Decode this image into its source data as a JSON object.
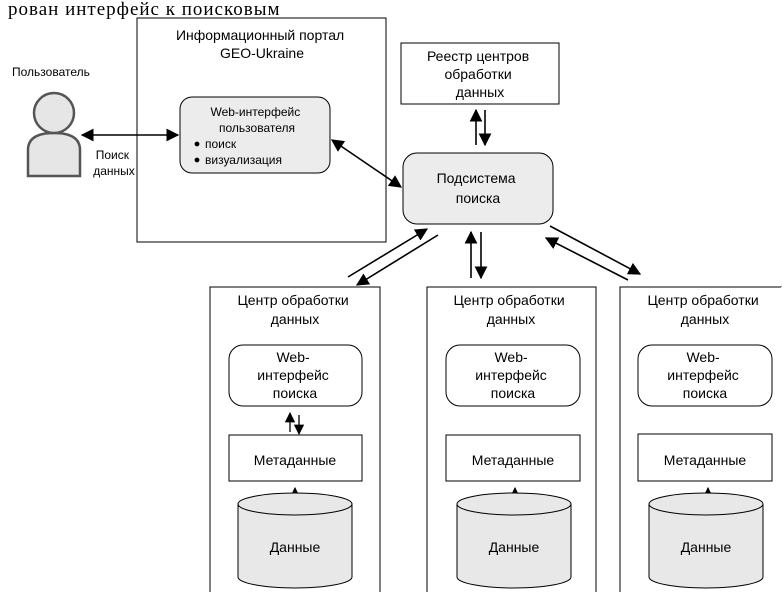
{
  "top_text": "рован  интерфейс  к  поисковым",
  "user": {
    "label": "Пользователь",
    "search_label": [
      "Поиск",
      "данных"
    ]
  },
  "portal": {
    "title": [
      "Информационный портал",
      "GEO-Ukraine"
    ],
    "web_ui": {
      "title": [
        "Web-интерфейс",
        "пользователя"
      ],
      "items": [
        "поиск",
        "визуализация"
      ]
    }
  },
  "registry": {
    "title": [
      "Реестр центров",
      "обработки",
      "данных"
    ]
  },
  "search_subsystem": {
    "title": [
      "Подсистема",
      "поиска"
    ]
  },
  "centers": [
    {
      "title": [
        "Центр обработки",
        "данных"
      ],
      "web": [
        "Web-",
        "интерфейс",
        "поиска"
      ],
      "metadata": "Метаданные",
      "data": "Данные"
    },
    {
      "title": [
        "Центр обработки",
        "данных"
      ],
      "web": [
        "Web-",
        "интерфейс",
        "поиска"
      ],
      "metadata": "Метаданные",
      "data": "Данные"
    },
    {
      "title": [
        "Центр обработки",
        "данных"
      ],
      "web": [
        "Web-",
        "интерфейс",
        "поиска"
      ],
      "metadata": "Метаданные",
      "data": "Данные"
    }
  ],
  "colors": {
    "shape_fill": "#ececec",
    "user_fill": "#e6e6e6",
    "stroke": "#000000"
  }
}
